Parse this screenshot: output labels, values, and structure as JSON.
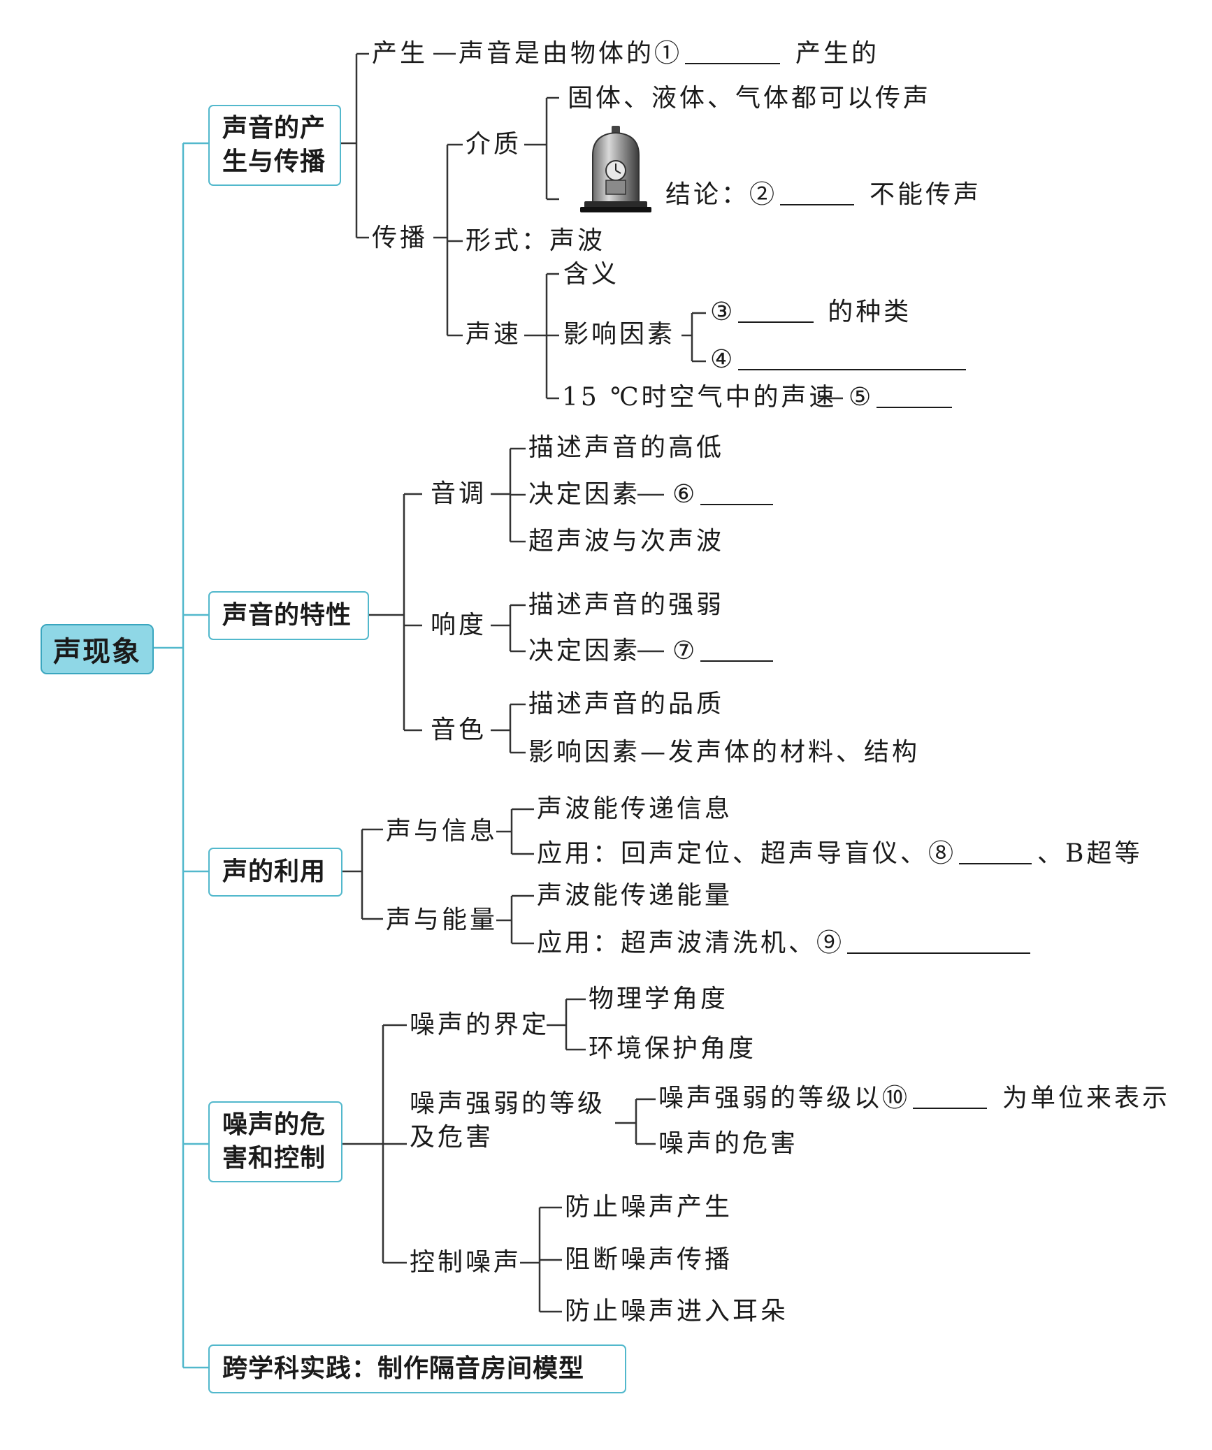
{
  "root": "声现象",
  "sections": {
    "s1": {
      "title_l1": "声音的产",
      "title_l2": "生与传播",
      "produce": "产生",
      "produce_desc": "声音是由物体的",
      "produce_tail": "产生的",
      "spread": "传播",
      "medium": "介质",
      "medium_a": "固体、液体、气体都可以传声",
      "medium_b": "结论：",
      "medium_b_tail": "不能传声",
      "form": "形式：声波",
      "speed": "声速",
      "meaning": "含义",
      "factors": "影响因素",
      "factor_a_tail": "的种类",
      "speed_air": "15 ℃时空气中的声速"
    },
    "s2": {
      "title": "声音的特性",
      "pitch": "音调",
      "pitch_a": "描述声音的高低",
      "pitch_b": "决定因素",
      "pitch_c": "超声波与次声波",
      "loud": "响度",
      "loud_a": "描述声音的强弱",
      "loud_b": "决定因素",
      "timbre": "音色",
      "timbre_a": "描述声音的品质",
      "timbre_b": "影响因素—发声体的材料、结构"
    },
    "s3": {
      "title": "声的利用",
      "info": "声与信息",
      "info_a": "声波能传递信息",
      "info_b": "应用：回声定位、超声导盲仪、",
      "info_b_tail": "、B超等",
      "energy": "声与能量",
      "energy_a": "声波能传递能量",
      "energy_b": "应用：超声波清洗机、"
    },
    "s4": {
      "title_l1": "噪声的危",
      "title_l2": "害和控制",
      "define": "噪声的界定",
      "define_a": "物理学角度",
      "define_b": "环境保护角度",
      "level_l1": "噪声强弱的等级",
      "level_l2": "及危害",
      "level_a": "噪声强弱的等级以",
      "level_a_tail": "为单位来表示",
      "level_b": "噪声的危害",
      "control": "控制噪声",
      "control_a": "防止噪声产生",
      "control_b": "阻断噪声传播",
      "control_c": "防止噪声进入耳朵"
    },
    "s5": {
      "title": "跨学科实践：制作隔音房间模型"
    }
  },
  "blanks": [
    "①",
    "②",
    "③",
    "④",
    "⑤",
    "⑥",
    "⑦",
    "⑧",
    "⑨",
    "⑩"
  ],
  "colors": {
    "line": "#52b8cc",
    "box_border": "#52b8cc",
    "root_fill": "#8fd7e6",
    "text": "#1a1a1a"
  },
  "images": {
    "bell_jar": "vacuum bell jar with alarm clock"
  }
}
